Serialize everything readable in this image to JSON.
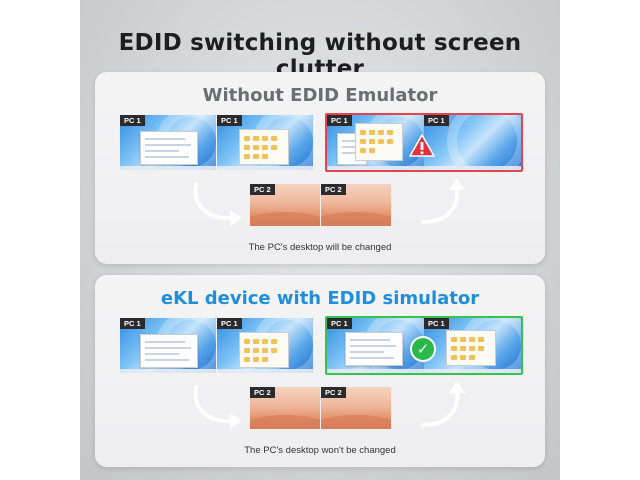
{
  "title": "EDID switching without screen clutter",
  "panels": {
    "without": {
      "title": "Without EDID Emulator",
      "caption": "The PC's desktop will be changed",
      "frame_color": "#e4434f",
      "status_icon": "warning-icon"
    },
    "with": {
      "title": "eKL device with EDID simulator",
      "caption": "The PC's desktop won't be changed",
      "title_color": "#1f8fdc",
      "frame_color": "#35c24f",
      "status_icon": "check-icon"
    }
  },
  "labels": {
    "pc1": "PC 1",
    "pc2": "PC 2"
  }
}
